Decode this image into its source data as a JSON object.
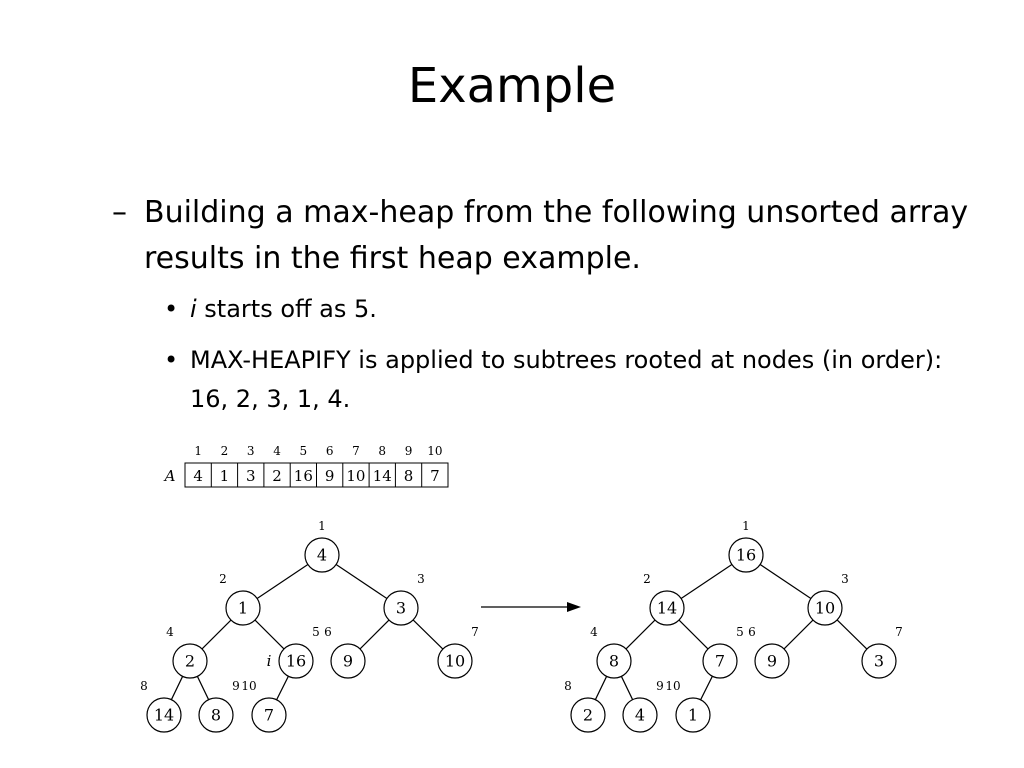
{
  "slide": {
    "title": "Example",
    "bullet": {
      "marker": "–",
      "text": "Building a max-heap from the following unsorted array results in the first heap example."
    },
    "sub_bullets": [
      {
        "marker": "•",
        "italic_prefix": "i",
        "text": " starts off as 5."
      },
      {
        "marker": "•",
        "italic_prefix": "",
        "text": "MAX-HEAPIFY is applied to subtrees rooted at nodes (in order): 16, 2, 3, 1, 4."
      }
    ]
  },
  "figure": {
    "array": {
      "name": "A",
      "indices": [
        "1",
        "2",
        "3",
        "4",
        "5",
        "6",
        "7",
        "8",
        "9",
        "10"
      ],
      "values": [
        "4",
        "1",
        "3",
        "2",
        "16",
        "9",
        "10",
        "14",
        "8",
        "7"
      ]
    },
    "heap_before": {
      "nodes": [
        "4",
        "1",
        "3",
        "2",
        "16",
        "9",
        "10",
        "14",
        "8",
        "7"
      ],
      "indices": [
        "1",
        "2",
        "3",
        "4",
        "5",
        "6",
        "7",
        "8",
        "9",
        "10"
      ],
      "pointer_label": "i"
    },
    "heap_after": {
      "nodes": [
        "16",
        "14",
        "10",
        "8",
        "7",
        "9",
        "3",
        "2",
        "4",
        "1"
      ],
      "indices": [
        "1",
        "2",
        "3",
        "4",
        "5",
        "6",
        "7",
        "8",
        "9",
        "10"
      ]
    },
    "arrow": "right-arrow"
  }
}
